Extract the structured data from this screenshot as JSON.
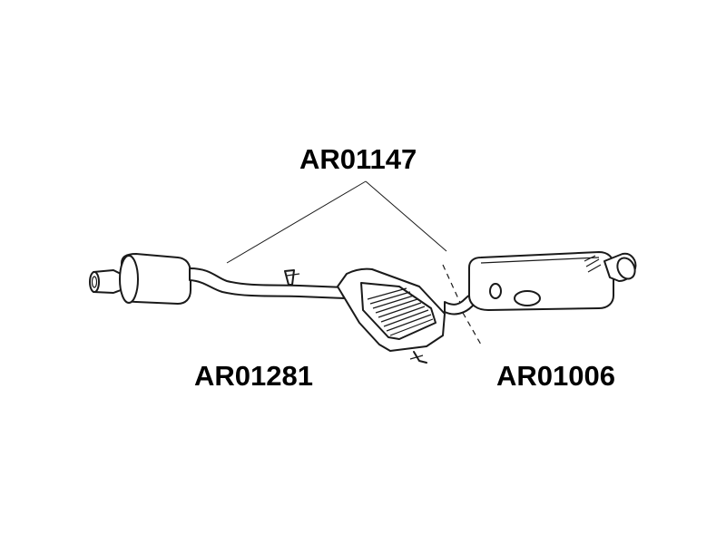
{
  "labels": {
    "top_part": "AR01147",
    "left_part": "AR01281",
    "right_part": "AR01006"
  },
  "colors": {
    "line": "#1a1a1a",
    "background": "#ffffff",
    "text": "#000000"
  }
}
